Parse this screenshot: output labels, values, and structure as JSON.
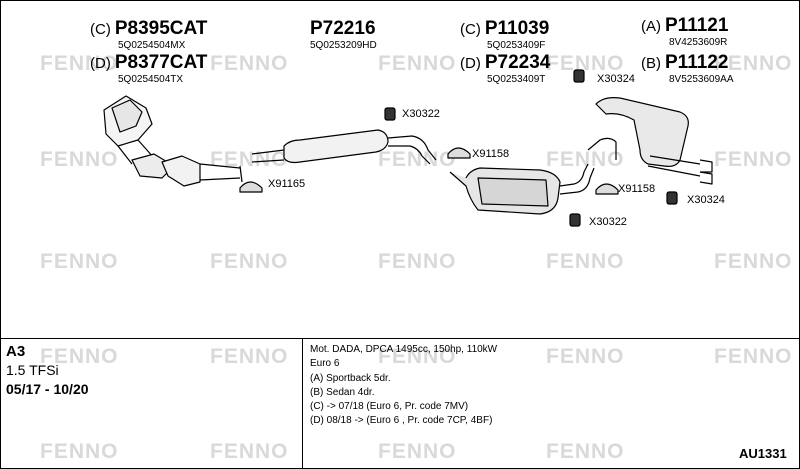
{
  "watermark": "FENNO",
  "parts": {
    "cat_c": {
      "variant": "(C)",
      "number": "P8395CAT",
      "oem": "5Q0254504MX"
    },
    "cat_d": {
      "variant": "(D)",
      "number": "P8377CAT",
      "oem": "5Q0254504TX"
    },
    "front_pipe": {
      "number": "P72216",
      "oem": "5Q0253209HD"
    },
    "center_c": {
      "variant": "(C)",
      "number": "P11039",
      "oem": "5Q0253409F"
    },
    "center_d": {
      "variant": "(D)",
      "number": "P72234",
      "oem": "5Q0253409T"
    },
    "rear_a": {
      "variant": "(A)",
      "number": "P11121",
      "oem": "8V4253609R"
    },
    "rear_b": {
      "variant": "(B)",
      "number": "P11122",
      "oem": "8V5253609AA"
    }
  },
  "accessories": {
    "hanger_front": "X30322",
    "hanger_center": "X30322",
    "hanger_rear_top": "X30324",
    "hanger_rear_bottom": "X30324",
    "clamp_left": "X91165",
    "clamp_mid": "X91158",
    "clamp_right": "X91158"
  },
  "vehicle": {
    "model": "A3",
    "engine": "1.5 TFSi",
    "years": "05/17 - 10/20"
  },
  "notes": [
    "Mot. DADA, DPCA 1495cc, 150hp, 110kW",
    "Euro 6",
    "(A) Sportback 5dr.",
    "(B) Sedan 4dr.",
    "(C) -> 07/18 (Euro 6, Pr. code 7MV)",
    "(D) 08/18 -> (Euro 6 , Pr. code 7CP, 4BF)"
  ],
  "reference": "AU1331"
}
